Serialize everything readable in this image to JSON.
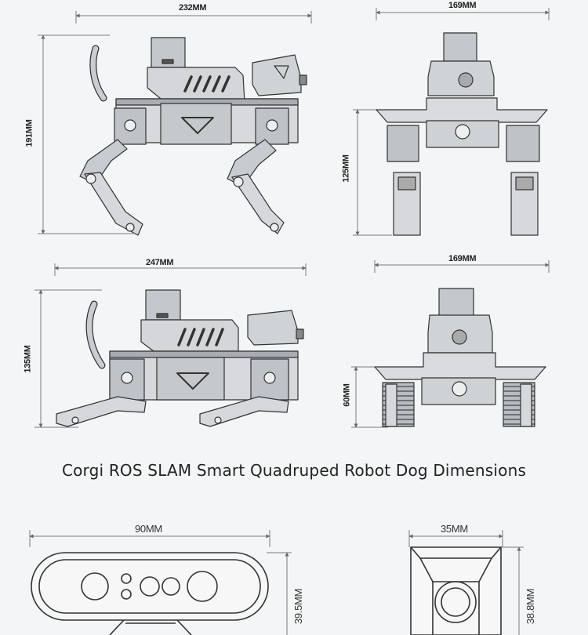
{
  "title": "Corgi ROS SLAM Smart Quadruped Robot Dog Dimensions",
  "dimensions": {
    "side_standing_length": "232MM",
    "side_standing_height": "191MM",
    "front_standing_width": "169MM",
    "front_standing_height": "125MM",
    "side_crouch_length": "247MM",
    "side_crouch_height": "135MM",
    "front_crouch_width": "169MM",
    "front_crouch_height": "60MM",
    "camera_width": "90MM",
    "camera_height": "39.5MM",
    "lidar_width": "35MM",
    "lidar_height": "38.8MM"
  }
}
